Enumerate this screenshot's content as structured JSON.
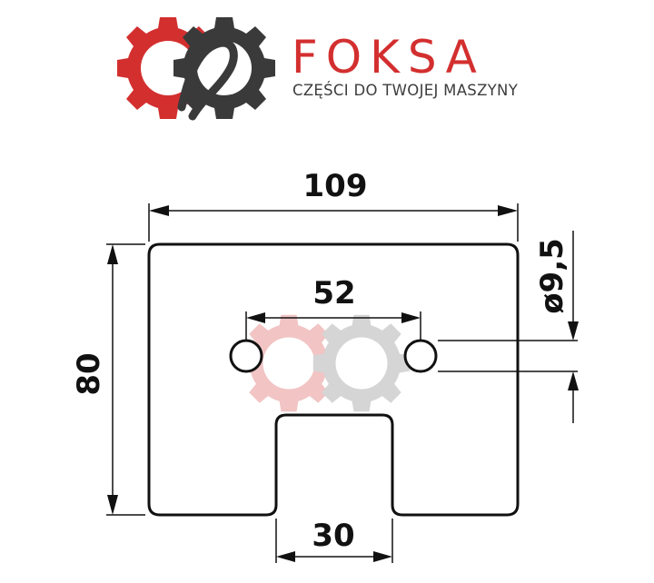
{
  "brand": {
    "name": "FOKSA",
    "tagline": "CZĘŚCI DO TWOJEJ MASZYNY",
    "colors": {
      "red": "#d32f2f",
      "dark": "#3a3a3a"
    }
  },
  "drawing": {
    "dimensions": {
      "overall_width": "109",
      "overall_height": "80",
      "hole_spacing": "52",
      "hole_diameter": "ø9,5",
      "slot_width": "30"
    }
  }
}
